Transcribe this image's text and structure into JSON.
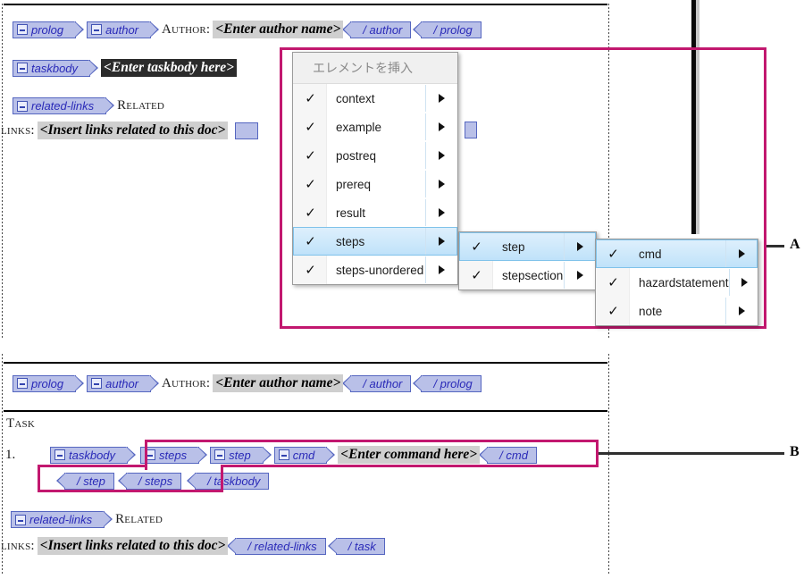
{
  "callouts": [
    {
      "letter": "A"
    },
    {
      "letter": "B"
    }
  ],
  "context_menu": {
    "title": "エレメントを挿入",
    "check_glyph": "✓",
    "items": [
      {
        "label": "context",
        "checked": true,
        "has_submenu": true,
        "highlighted": false
      },
      {
        "label": "example",
        "checked": true,
        "has_submenu": true,
        "highlighted": false
      },
      {
        "label": "postreq",
        "checked": true,
        "has_submenu": true,
        "highlighted": false
      },
      {
        "label": "prereq",
        "checked": true,
        "has_submenu": true,
        "highlighted": false
      },
      {
        "label": "result",
        "checked": true,
        "has_submenu": true,
        "highlighted": false
      },
      {
        "label": "steps",
        "checked": true,
        "has_submenu": true,
        "highlighted": true
      },
      {
        "label": "steps-unordered",
        "checked": true,
        "has_submenu": true,
        "highlighted": false
      }
    ],
    "submenu_1": {
      "items": [
        {
          "label": "step",
          "checked": true,
          "has_submenu": true,
          "highlighted": true
        },
        {
          "label": "stepsection",
          "checked": true,
          "has_submenu": true,
          "highlighted": false
        }
      ]
    },
    "submenu_2": {
      "items": [
        {
          "label": "cmd",
          "checked": true,
          "has_submenu": true,
          "highlighted": true
        },
        {
          "label": "hazardstatement",
          "checked": true,
          "has_submenu": true,
          "highlighted": false
        },
        {
          "label": "note",
          "checked": true,
          "has_submenu": true,
          "highlighted": false
        }
      ]
    }
  },
  "top_document": {
    "row_prolog": {
      "tag_prolog": "prolog",
      "tag_author": "author",
      "label_author": "Author:",
      "placeholder_author": "<Enter author name>",
      "close_author": "/ author",
      "close_prolog": "/ prolog"
    },
    "row_taskbody": {
      "tag_taskbody": "taskbody",
      "placeholder_taskbody": "<Enter taskbody here>"
    },
    "row_related": {
      "tag_related_links": "related-links",
      "label_related": "Related",
      "label_links": "links:",
      "placeholder_links": "<Insert links related to this doc>"
    }
  },
  "bottom_document": {
    "row_prolog": {
      "tag_prolog": "prolog",
      "tag_author": "author",
      "label_author": "Author:",
      "placeholder_author": "<Enter author name>",
      "close_author": "/ author",
      "close_prolog": "/ prolog"
    },
    "label_task": "Task",
    "list_number": "1.",
    "row_steps": {
      "tag_taskbody": "taskbody",
      "tag_steps": "steps",
      "tag_step": "step",
      "tag_cmd": "cmd",
      "placeholder_cmd": "<Enter command here>",
      "close_cmd": "/ cmd"
    },
    "row_closers": {
      "close_step": "/ step",
      "close_steps": "/ steps",
      "close_taskbody": "/ taskbody"
    },
    "row_related": {
      "tag_related_links": "related-links",
      "label_related": "Related",
      "label_links": "links:",
      "placeholder_links": "<Insert links related to this doc>",
      "close_related_links": "/ related-links",
      "close_task": "/ task"
    }
  },
  "colors": {
    "tag_fill": "#b9c0e8",
    "tag_border": "#5566c0",
    "tag_text": "#2a2ab8",
    "callout_box": "#c2186f",
    "placeholder_bg": "#cfcfcf",
    "selection_bg": "#2b2b2b",
    "menu_highlight": "#bfe2fa"
  }
}
